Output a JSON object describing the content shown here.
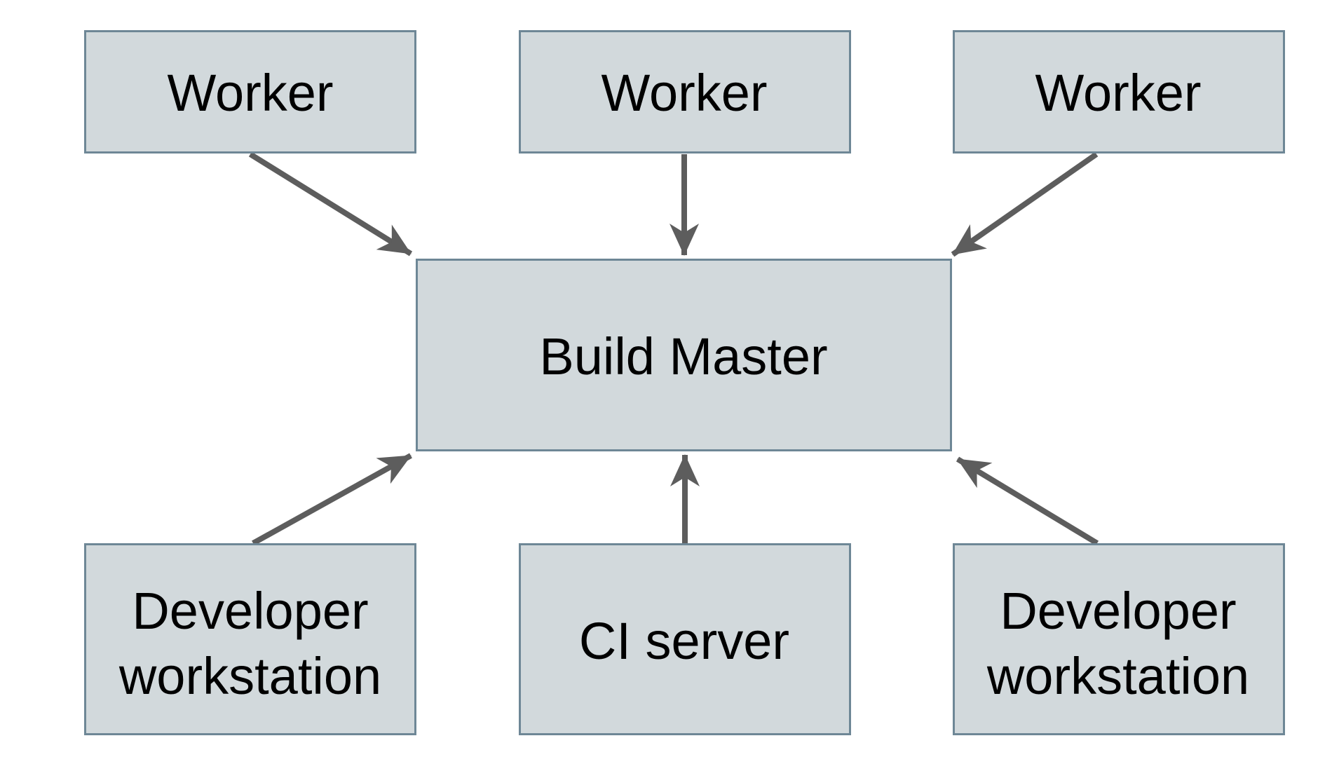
{
  "diagram": {
    "nodes": {
      "worker_1": {
        "label": "Worker"
      },
      "worker_2": {
        "label": "Worker"
      },
      "worker_3": {
        "label": "Worker"
      },
      "build_master": {
        "label": "Build Master"
      },
      "dev_workstation_1": {
        "label": "Developer workstation",
        "label_lines": [
          "Developer",
          "workstation"
        ]
      },
      "ci_server": {
        "label": "CI server"
      },
      "dev_workstation_2": {
        "label": "Developer workstation",
        "label_lines": [
          "Developer",
          "workstation"
        ]
      }
    },
    "edges": [
      {
        "from": "worker_1",
        "to": "build_master"
      },
      {
        "from": "worker_2",
        "to": "build_master"
      },
      {
        "from": "worker_3",
        "to": "build_master"
      },
      {
        "from": "dev_workstation_1",
        "to": "build_master"
      },
      {
        "from": "ci_server",
        "to": "build_master"
      },
      {
        "from": "dev_workstation_2",
        "to": "build_master"
      }
    ],
    "colors": {
      "node_fill": "#d2d9dc",
      "node_border": "#6e8796",
      "arrow": "#5d5d5d",
      "text": "#000000",
      "background": "#ffffff"
    }
  }
}
